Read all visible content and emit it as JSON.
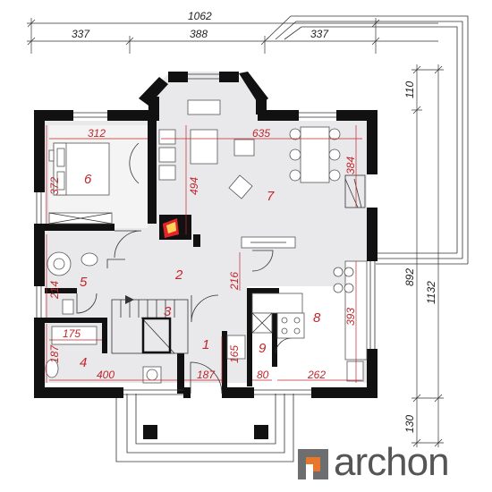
{
  "dimensions": {
    "total_width": "1062",
    "segments_top": [
      "337",
      "388",
      "337"
    ],
    "right_top": "110",
    "right_mid": "892",
    "right_total": "1132",
    "right_bottom": "130"
  },
  "interior_dimensions": {
    "d312": "312",
    "d635": "635",
    "d372": "372",
    "d494": "494",
    "d384": "384",
    "d214": "214",
    "d216": "216",
    "d393": "393",
    "d175": "175",
    "d187a": "187",
    "d165": "165",
    "d400": "400",
    "d187b": "187",
    "d80": "80",
    "d262": "262"
  },
  "rooms": {
    "r1": "1",
    "r2": "2",
    "r3": "3",
    "r4": "4",
    "r5": "5",
    "r6": "6",
    "r7": "7",
    "r8": "8",
    "r9": "9"
  },
  "brand": {
    "name": "archon",
    "color_text": "#555555",
    "color_mark_orange": "#e8762b",
    "color_mark_grey": "#6d6e70"
  },
  "colors": {
    "walls": "#111111",
    "dimension_red": "#c0262b",
    "floor": "#e9e9ec",
    "fireplace": "#e0262b"
  }
}
